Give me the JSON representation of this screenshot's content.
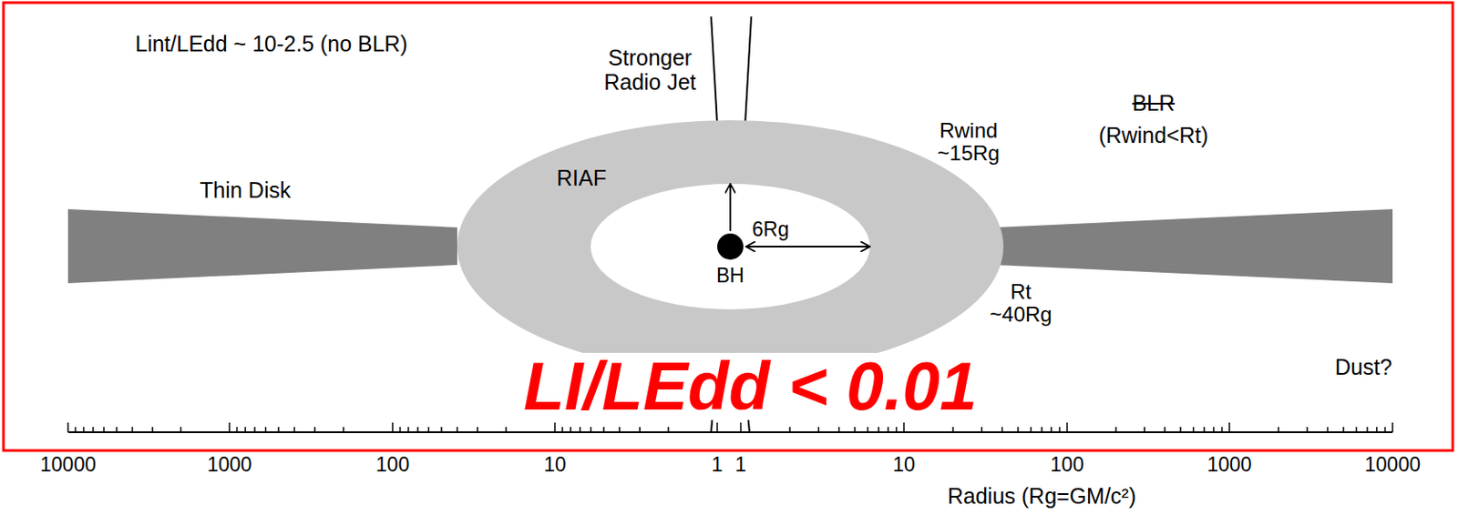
{
  "diagram": {
    "nodes": [
      {
        "text": [
          "Thin Disk"
        ]
      },
      {
        "text": [
          "RIAF"
        ]
      },
      {
        "text": [
          "BH"
        ],
        "in": 1
      }
    ],
    "labels": [
      "Lint/LEdd ~ 10-2.5 (no BLR)",
      "Stronger Radio Jet",
      "6Rg",
      "Rwind ~15Rg",
      "BLR",
      "(Rwind<Rt)",
      "Rt ~40Rg",
      "Dust?",
      "LI/LEdd < 0.01",
      "10000",
      "1000",
      "100",
      "10",
      "1",
      "1",
      "10",
      "100",
      "1000",
      "10000",
      "Radius (Rg=GM/c²)"
    ]
  }
}
